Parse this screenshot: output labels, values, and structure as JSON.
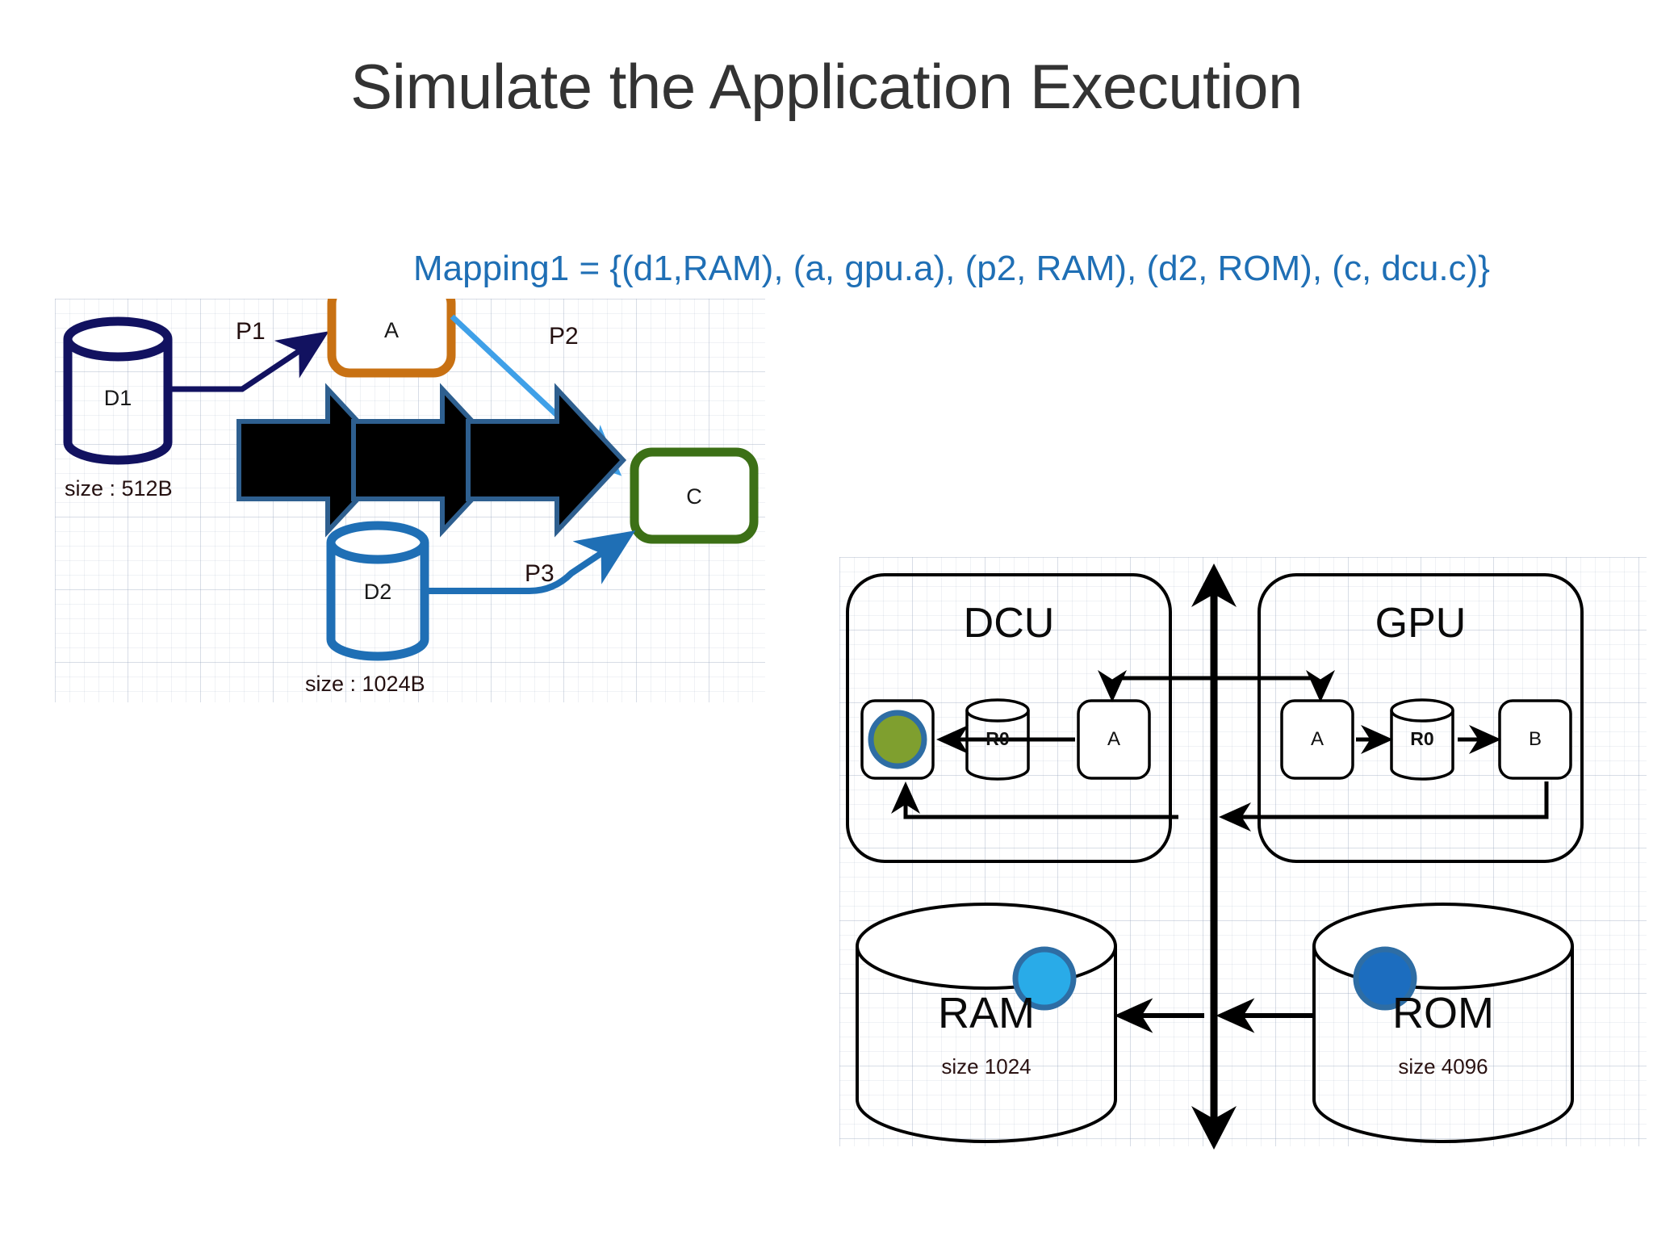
{
  "slide": {
    "title": "Simulate the Application Execution",
    "mapping_text": "Mapping1 = {(d1,RAM), (a, gpu.a), (p2, RAM), (d2, ROM), (c, dcu.c)}",
    "mapping_color": "#1F6FB5",
    "title_color": "#333333"
  },
  "app_graph": {
    "data_nodes": [
      {
        "id": "d1",
        "label": "D1",
        "size_label": "size : 512B",
        "color": "#121260"
      },
      {
        "id": "d2",
        "label": "D2",
        "size_label": "size : 1024B",
        "color": "#1F6FB5"
      }
    ],
    "task_nodes": [
      {
        "id": "a",
        "label": "A",
        "border_color": "#C87113"
      },
      {
        "id": "c",
        "label": "C",
        "border_color": "#3C7016"
      }
    ],
    "ports": [
      {
        "id": "p1",
        "label": "P1",
        "color": "#121260"
      },
      {
        "id": "p2",
        "label": "P2",
        "color": "#3FA0E8"
      },
      {
        "id": "p3",
        "label": "P3",
        "color": "#1F6FB5"
      }
    ],
    "progress_arrows": {
      "count": 3,
      "fill": "#000000",
      "outline": "#2E5F8F"
    }
  },
  "platform": {
    "units": [
      {
        "id": "dcu",
        "title": "DCU",
        "slots": [
          {
            "id": "dcu-c",
            "kind": "token-box",
            "label": "",
            "token_color": "#7F9F2F",
            "token_ring": "#2E6DA4"
          },
          {
            "id": "dcu-r0",
            "kind": "register",
            "label": "R0"
          },
          {
            "id": "dcu-a",
            "kind": "box",
            "label": "A"
          }
        ],
        "flow_direction": "right-to-left"
      },
      {
        "id": "gpu",
        "title": "GPU",
        "slots": [
          {
            "id": "gpu-a",
            "kind": "box",
            "label": "A"
          },
          {
            "id": "gpu-r0",
            "kind": "register",
            "label": "R0"
          },
          {
            "id": "gpu-b",
            "kind": "box",
            "label": "B"
          }
        ],
        "flow_direction": "left-to-right"
      }
    ],
    "memories": [
      {
        "id": "ram",
        "title": "RAM",
        "size_label": "size 1024",
        "token_color": "#29ABE8",
        "token_ring": "#2E6DA4"
      },
      {
        "id": "rom",
        "title": "ROM",
        "size_label": "size 4096",
        "token_color": "#1C6DBF",
        "token_ring": "#2E6DA4"
      }
    ],
    "bus": {
      "id": "system-bus",
      "color": "#000000",
      "style": "double-headed-vertical"
    }
  }
}
